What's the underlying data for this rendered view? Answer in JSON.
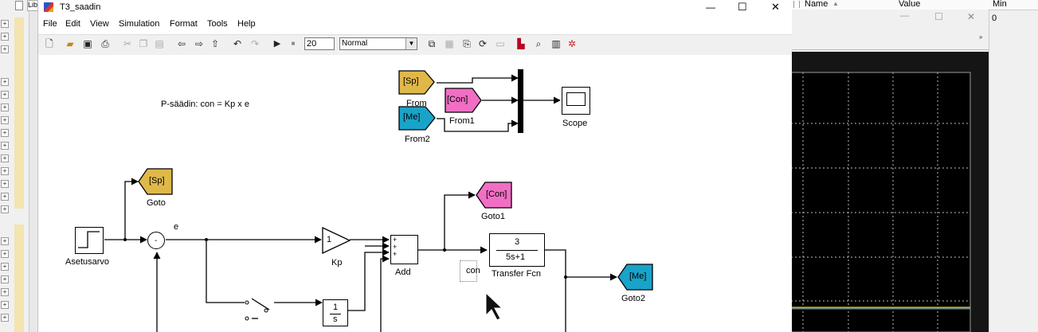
{
  "library_tab_label": "Lib",
  "window": {
    "title": "T3_saadin",
    "minimize_glyph": "—",
    "maximize_glyph": "☐",
    "close_glyph": "✕"
  },
  "menu": [
    "File",
    "Edit",
    "View",
    "Simulation",
    "Format",
    "Tools",
    "Help"
  ],
  "toolbar": {
    "stop_time": "20",
    "sim_mode": "Normal"
  },
  "diagram": {
    "annotation": "P-säädin: con = Kp x e",
    "from_sp_tag": "[Sp]",
    "from_sp_name": "From",
    "from_con_tag": "[Con]",
    "from_con_name": "From1",
    "from_me_tag": "[Me]",
    "from_me_name": "From2",
    "scope_name": "Scope",
    "goto_sp_tag": "[Sp]",
    "goto_sp_name": "Goto",
    "goto_con_tag": "[Con]",
    "goto_con_name": "Goto1",
    "goto_me_tag": "[Me]",
    "goto_me_name": "Goto2",
    "step_name": "Asetusarvo",
    "error_signal_label": "e",
    "sum_minus_sign": "-",
    "gain_value": "1",
    "gain_name": "Kp",
    "add_name": "Add",
    "add_signs": [
      "+",
      "+",
      "+"
    ],
    "tf_numerator": "3",
    "tf_denominator": "5s+1",
    "tf_name": "Transfer Fcn",
    "con_label": "con",
    "integrator_num": "1",
    "integrator_den": "s"
  },
  "colors": {
    "sp_tag": "#e0b84a",
    "con_tag": "#f06fc4",
    "me_tag": "#1aa3c9",
    "scope_background": "#151515",
    "scope_grid": "#bdbdbd"
  },
  "right_panel": {
    "col_name": "Name",
    "col_value": "Value",
    "col_min": "Min",
    "min_value": "0",
    "scope_minimize_glyph": "—",
    "scope_maximize_glyph": "☐",
    "scope_close_glyph": "✕"
  },
  "icons": [
    "new-model-icon",
    "open-icon",
    "save-icon",
    "print-icon",
    "cut-icon",
    "copy-icon",
    "paste-icon",
    "back-icon",
    "forward-icon",
    "up-icon",
    "undo-icon",
    "redo-icon",
    "run-icon",
    "stop-icon",
    "library-browser-icon",
    "model-explorer-icon",
    "debugger-icon",
    "cursor-arrow-icon"
  ]
}
